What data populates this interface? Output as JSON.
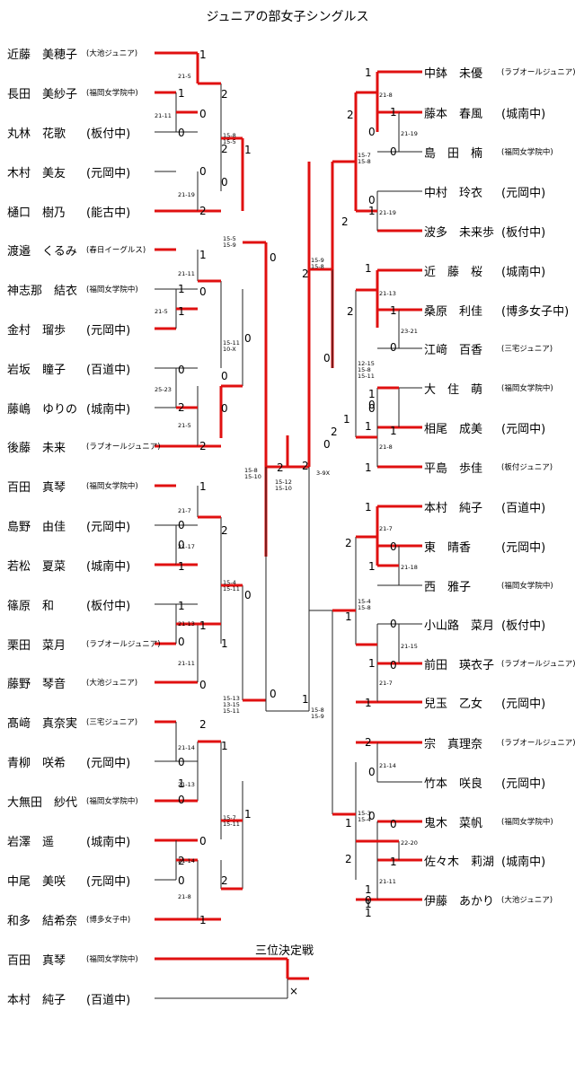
{
  "title": "ジュニアの部女子シングルス",
  "third_place": {
    "title": "三位決定戦",
    "players": [
      {
        "name": "百田　真琴",
        "team": "(福岡女学院中)",
        "small": true
      },
      {
        "name": "本村　純子",
        "team": "(百道中)",
        "small": false
      }
    ],
    "result_mark": "×"
  },
  "left_players": [
    {
      "name": "近藤　美穂子",
      "team": "(大池ジュニア)",
      "small": true
    },
    {
      "name": "長田　美紗子",
      "team": "(福岡女学院中)",
      "small": true
    },
    {
      "name": "丸林　花歌",
      "team": "(板付中)",
      "small": false
    },
    {
      "name": "木村　美友",
      "team": "(元岡中)",
      "small": false
    },
    {
      "name": "樋口　樹乃",
      "team": "(能古中)",
      "small": false
    },
    {
      "name": "渡邉　くるみ",
      "team": "(春日イーグルス)",
      "small": true
    },
    {
      "name": "神志那　結衣",
      "team": "(福岡女学院中)",
      "small": true
    },
    {
      "name": "金村　瑠歩",
      "team": "(元岡中)",
      "small": false
    },
    {
      "name": "岩坂　瞳子",
      "team": "(百道中)",
      "small": false
    },
    {
      "name": "藤嶋　ゆりの",
      "team": "(城南中)",
      "small": false
    },
    {
      "name": "後藤　未来",
      "team": "(ラブオールジュニア)",
      "small": true
    },
    {
      "name": "百田　真琴",
      "team": "(福岡女学院中)",
      "small": true
    },
    {
      "name": "島野　由佳",
      "team": "(元岡中)",
      "small": false
    },
    {
      "name": "若松　夏菜",
      "team": "(城南中)",
      "small": false
    },
    {
      "name": "篠原　和",
      "team": "(板付中)",
      "small": false
    },
    {
      "name": "栗田　菜月",
      "team": "(ラブオールジュニア)",
      "small": true
    },
    {
      "name": "藤野　琴音",
      "team": "(大池ジュニア)",
      "small": true
    },
    {
      "name": "髙﨑　真奈実",
      "team": "(三宅ジュニア)",
      "small": true
    },
    {
      "name": "青柳　咲希",
      "team": "(元岡中)",
      "small": false
    },
    {
      "name": "大無田　紗代",
      "team": "(福岡女学院中)",
      "small": true
    },
    {
      "name": "岩澤　遥",
      "team": "(城南中)",
      "small": false
    },
    {
      "name": "中尾　美咲",
      "team": "(元岡中)",
      "small": false
    },
    {
      "name": "和多　結希奈",
      "team": "(博多女子中)",
      "small": true
    }
  ],
  "right_players": [
    {
      "name": "中鉢　未優",
      "team": "(ラブオールジュニア)",
      "small": true
    },
    {
      "name": "藤本　春風",
      "team": "(城南中)",
      "small": false
    },
    {
      "name": "島　田　楠",
      "team": "(福岡女学院中)",
      "small": true
    },
    {
      "name": "中村　玲衣",
      "team": "(元岡中)",
      "small": false
    },
    {
      "name": "波多　未来歩",
      "team": "(板付中)",
      "small": false
    },
    {
      "name": "近　藤　桜",
      "team": "(城南中)",
      "small": false
    },
    {
      "name": "桑原　利佳",
      "team": "(博多女子中)",
      "small": false
    },
    {
      "name": "江﨑　百香",
      "team": "(三宅ジュニア)",
      "small": true
    },
    {
      "name": "大　住　萌",
      "team": "(福岡女学院中)",
      "small": true
    },
    {
      "name": "相尾　成美",
      "team": "(元岡中)",
      "small": false
    },
    {
      "name": "平島　歩佳",
      "team": "(板付ジュニア)",
      "small": true
    },
    {
      "name": "本村　純子",
      "team": "(百道中)",
      "small": false
    },
    {
      "name": "東　晴香",
      "team": "(元岡中)",
      "small": false
    },
    {
      "name": "西　雅子",
      "team": "(福岡女学院中)",
      "small": true
    },
    {
      "name": "小山路　菜月",
      "team": "(板付中)",
      "small": false
    },
    {
      "name": "前田　瑛衣子",
      "team": "(ラブオールジュニア)",
      "small": true
    },
    {
      "name": "兒玉　乙女",
      "team": "(元岡中)",
      "small": false
    },
    {
      "name": "宗　真理奈",
      "team": "(ラブオールジュニア)",
      "small": true
    },
    {
      "name": "竹本　咲良",
      "team": "(元岡中)",
      "small": false
    },
    {
      "name": "鬼木　菜帆",
      "team": "(福岡女学院中)",
      "small": true
    },
    {
      "name": "佐々木　莉湖",
      "team": "(城南中)",
      "small": false
    },
    {
      "name": "伊藤　あかり",
      "team": "(大池ジュニア)",
      "small": true
    }
  ],
  "left_scores": [
    "21-5",
    "21-11",
    "15-8\n15-5",
    "21-19",
    "15-5\n15-9",
    "21-11",
    "21-5",
    "15-11\n10-X",
    "25-23",
    "21-5",
    "15-8\n15-10",
    "21-7",
    "21-17",
    "15-4\n15-11",
    "21-13",
    "21-11",
    "15-13\n13-15\n15-11",
    "21-14",
    "21-13",
    "15-7\n15-11",
    "21-14",
    "21-8"
  ],
  "right_scores": [
    "21-8",
    "21-19",
    "15-7\n15-8",
    "21-19",
    "15-9\n15-8",
    "21-13",
    "23-21",
    "12-15\n15-8\n15-11",
    "21-8",
    "3-9X",
    "21-7",
    "21-18",
    "15-4\n15-8",
    "21-15",
    "21-7",
    "15-8\n15-9",
    "21-14",
    "15-3\n15-4",
    "22-20",
    "21-11",
    "15-12\n15-10"
  ],
  "left_marks": [
    "1",
    "1",
    "0",
    "0",
    "2",
    "1",
    "2",
    "0",
    "0",
    "2",
    "1",
    "1",
    "0",
    "1",
    "0",
    "0",
    "2",
    "0",
    "0",
    "2",
    "0",
    "1",
    "0",
    "2",
    "0",
    "1",
    "0",
    "1",
    "1",
    "0",
    "1",
    "0",
    "0",
    "2",
    "0",
    "1",
    "1",
    "0",
    "0",
    "2",
    "0",
    "1",
    "1",
    "2",
    "2"
  ],
  "right_marks": [
    "1",
    "1",
    "0",
    "2",
    "0",
    "1",
    "0",
    "2",
    "1",
    "1",
    "0",
    "2",
    "0",
    "0",
    "1",
    "1",
    "2",
    "1",
    "0",
    "1",
    "2",
    "1",
    "0",
    "0",
    "1",
    "1",
    "1",
    "2",
    "0",
    "1",
    "0",
    "0",
    "1",
    "2",
    "1",
    "0",
    "0",
    "2",
    "1",
    "1",
    "1",
    "2",
    "0",
    "1",
    "1"
  ]
}
